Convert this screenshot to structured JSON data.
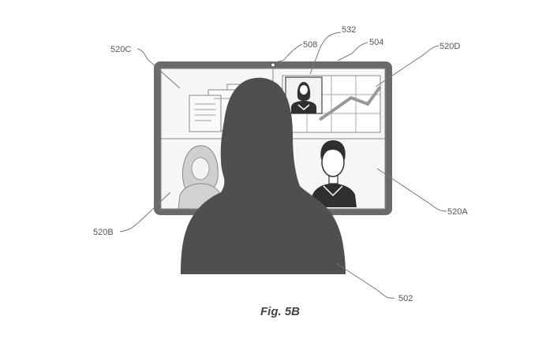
{
  "figure": {
    "caption": "Fig. 5B",
    "labels": {
      "l532": "532",
      "l508": "508",
      "l504": "504",
      "l520c": "520C",
      "l520d": "520D",
      "l520a": "520A",
      "l520b": "520B",
      "l502": "502"
    }
  },
  "colors": {
    "silhouette": "#4f4f4f",
    "frame": "#6a6a6a",
    "screen": "#f6f6f6",
    "person_fill": "#dcdcdc",
    "line": "#777777"
  }
}
